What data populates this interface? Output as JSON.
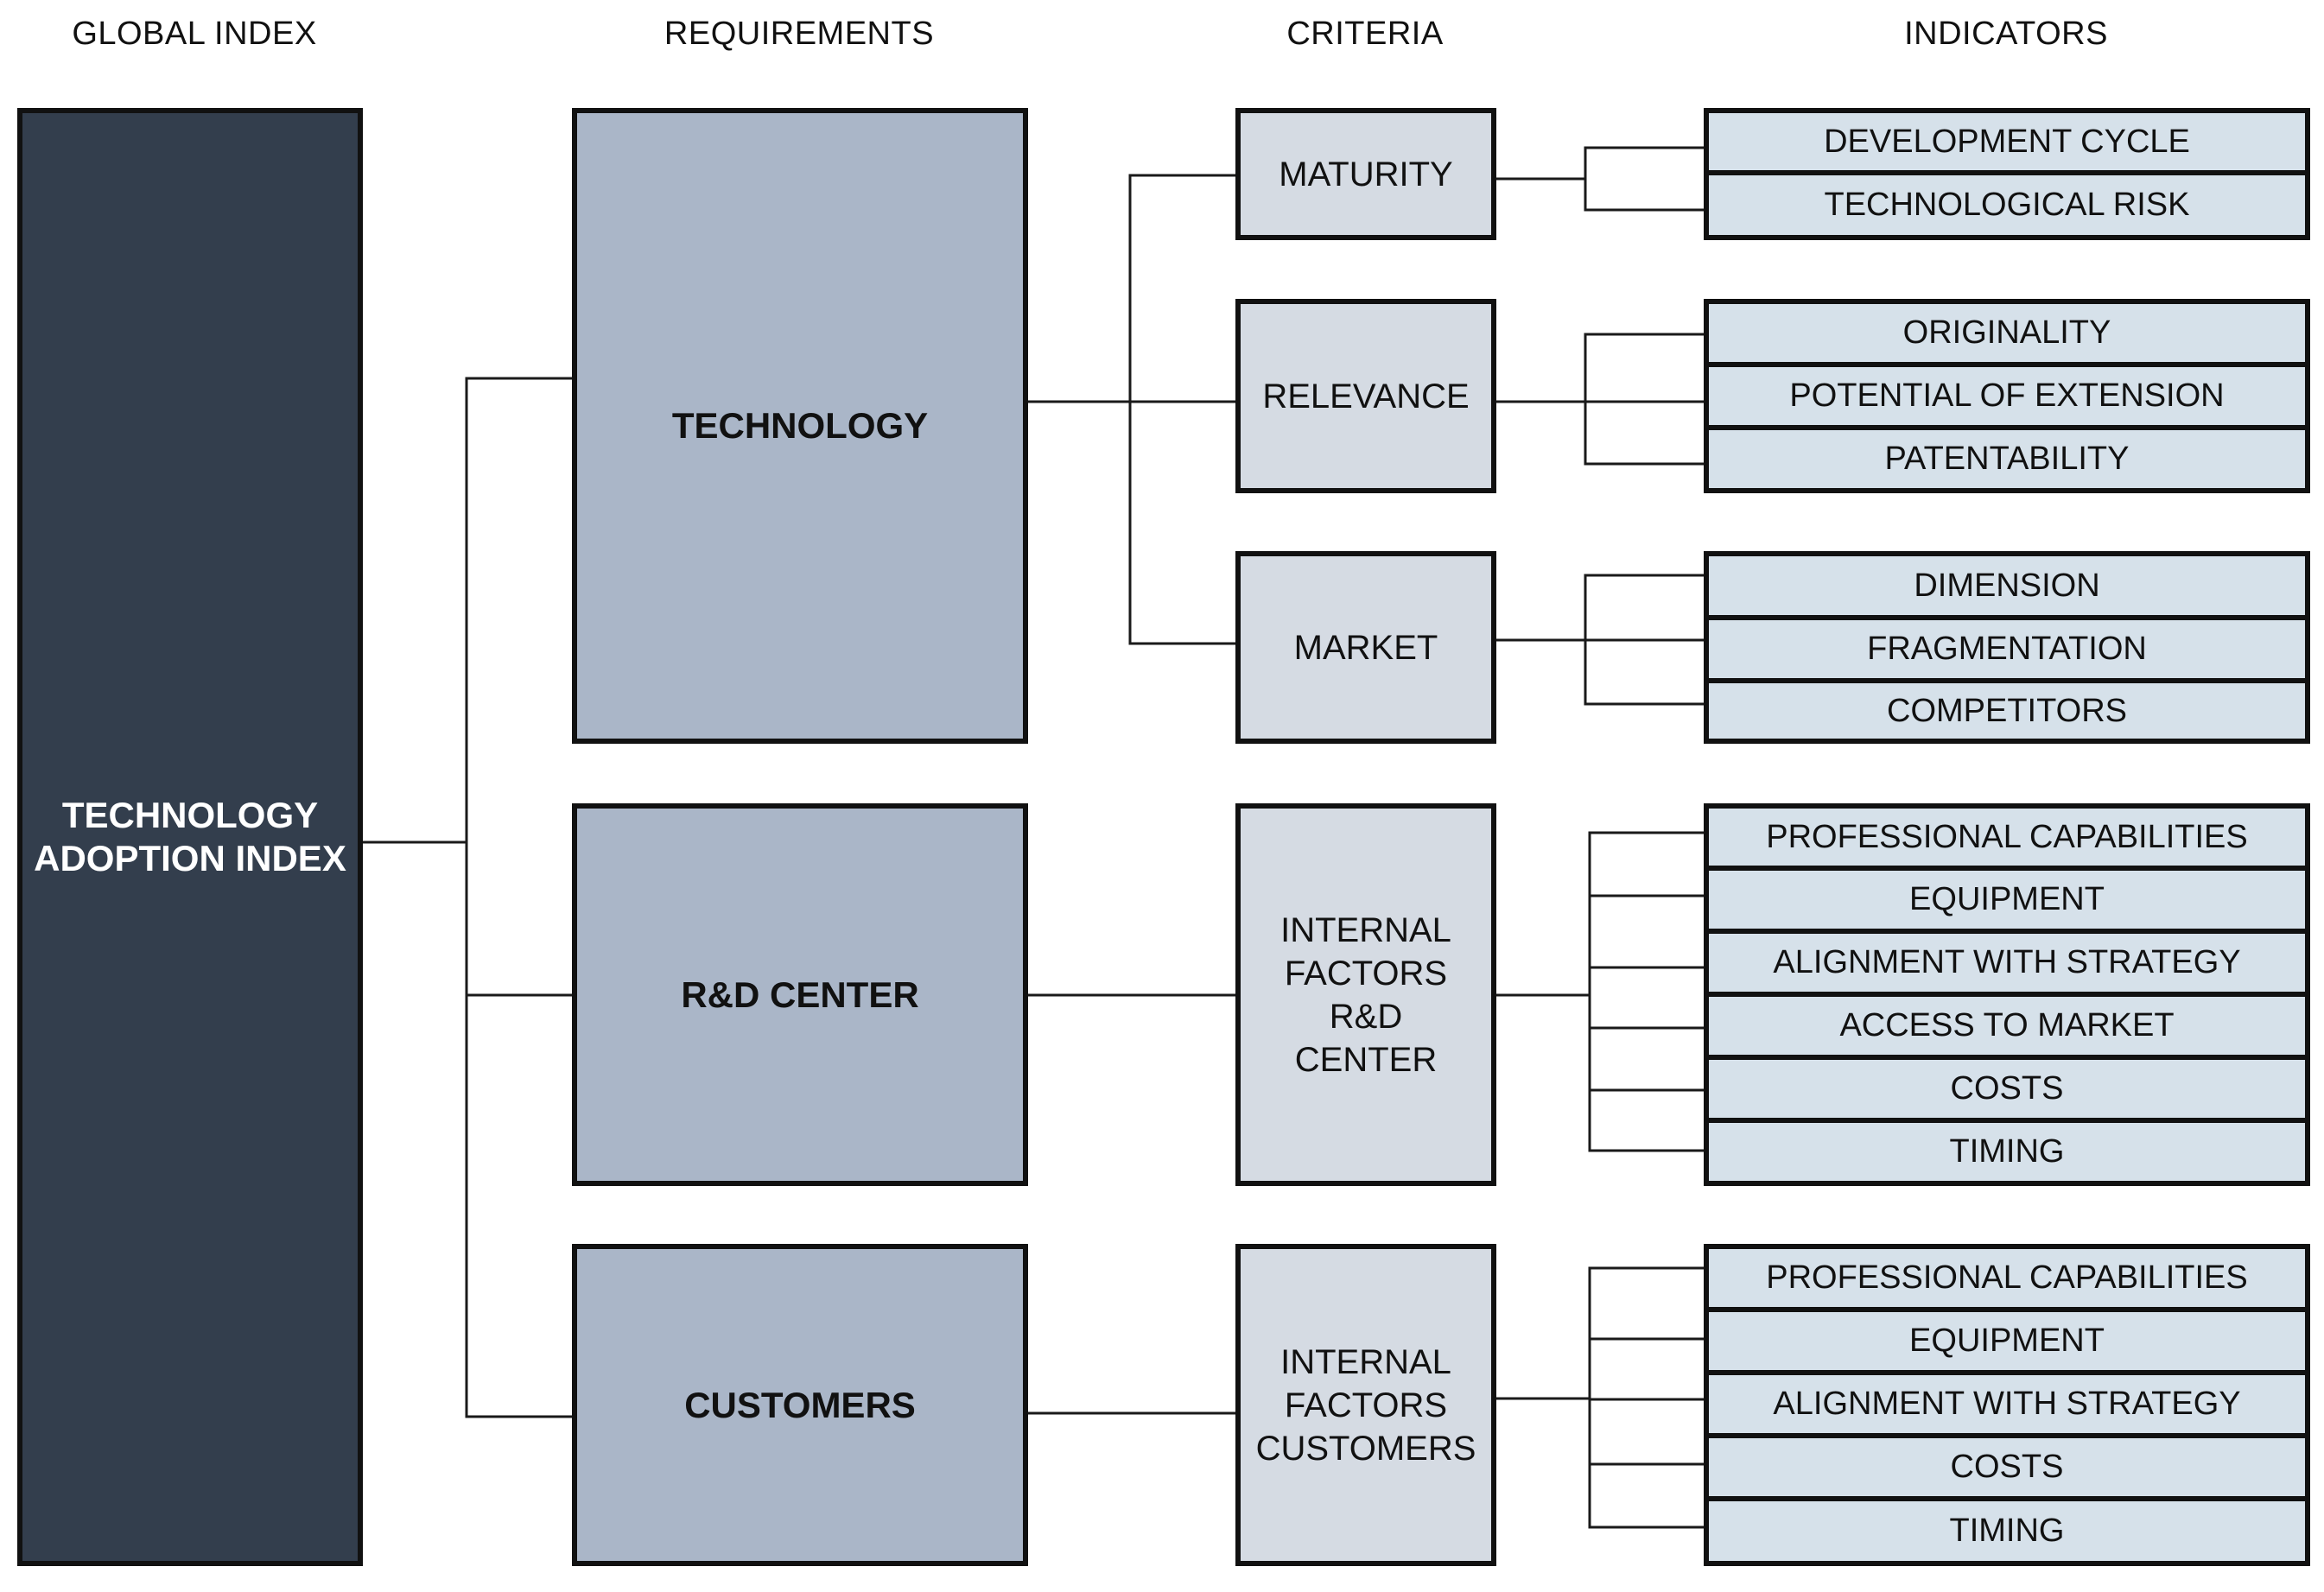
{
  "headers": {
    "global": "GLOBAL INDEX",
    "requirements": "REQUIREMENTS",
    "criteria": "CRITERIA",
    "indicators": "INDICATORS"
  },
  "global_index": "TECHNOLOGY\nADOPTION INDEX",
  "requirements": [
    "TECHNOLOGY",
    "R&D CENTER",
    "CUSTOMERS"
  ],
  "criteria": [
    "MATURITY",
    "RELEVANCE",
    "MARKET",
    "INTERNAL\nFACTORS R&D\nCENTER",
    "INTERNAL\nFACTORS\nCUSTOMERS"
  ],
  "indicators": {
    "maturity": [
      "DEVELOPMENT CYCLE",
      "TECHNOLOGICAL RISK"
    ],
    "relevance": [
      "ORIGINALITY",
      "POTENTIAL OF EXTENSION",
      "PATENTABILITY"
    ],
    "market": [
      "DIMENSION",
      "FRAGMENTATION",
      "COMPETITORS"
    ],
    "rd_center": [
      "PROFESSIONAL CAPABILITIES",
      "EQUIPMENT",
      "ALIGNMENT WITH STRATEGY",
      "ACCESS TO MARKET",
      "COSTS",
      "TIMING"
    ],
    "customers": [
      "PROFESSIONAL CAPABILITIES",
      "EQUIPMENT",
      "ALIGNMENT WITH STRATEGY",
      "COSTS",
      "TIMING"
    ]
  },
  "colors": {
    "global_fill": "#333e4d",
    "requirement_fill": "#aab6c8",
    "criteria_fill": "#d5dbe3",
    "indicator_fill": "#d6e1ea",
    "border": "#111111"
  }
}
